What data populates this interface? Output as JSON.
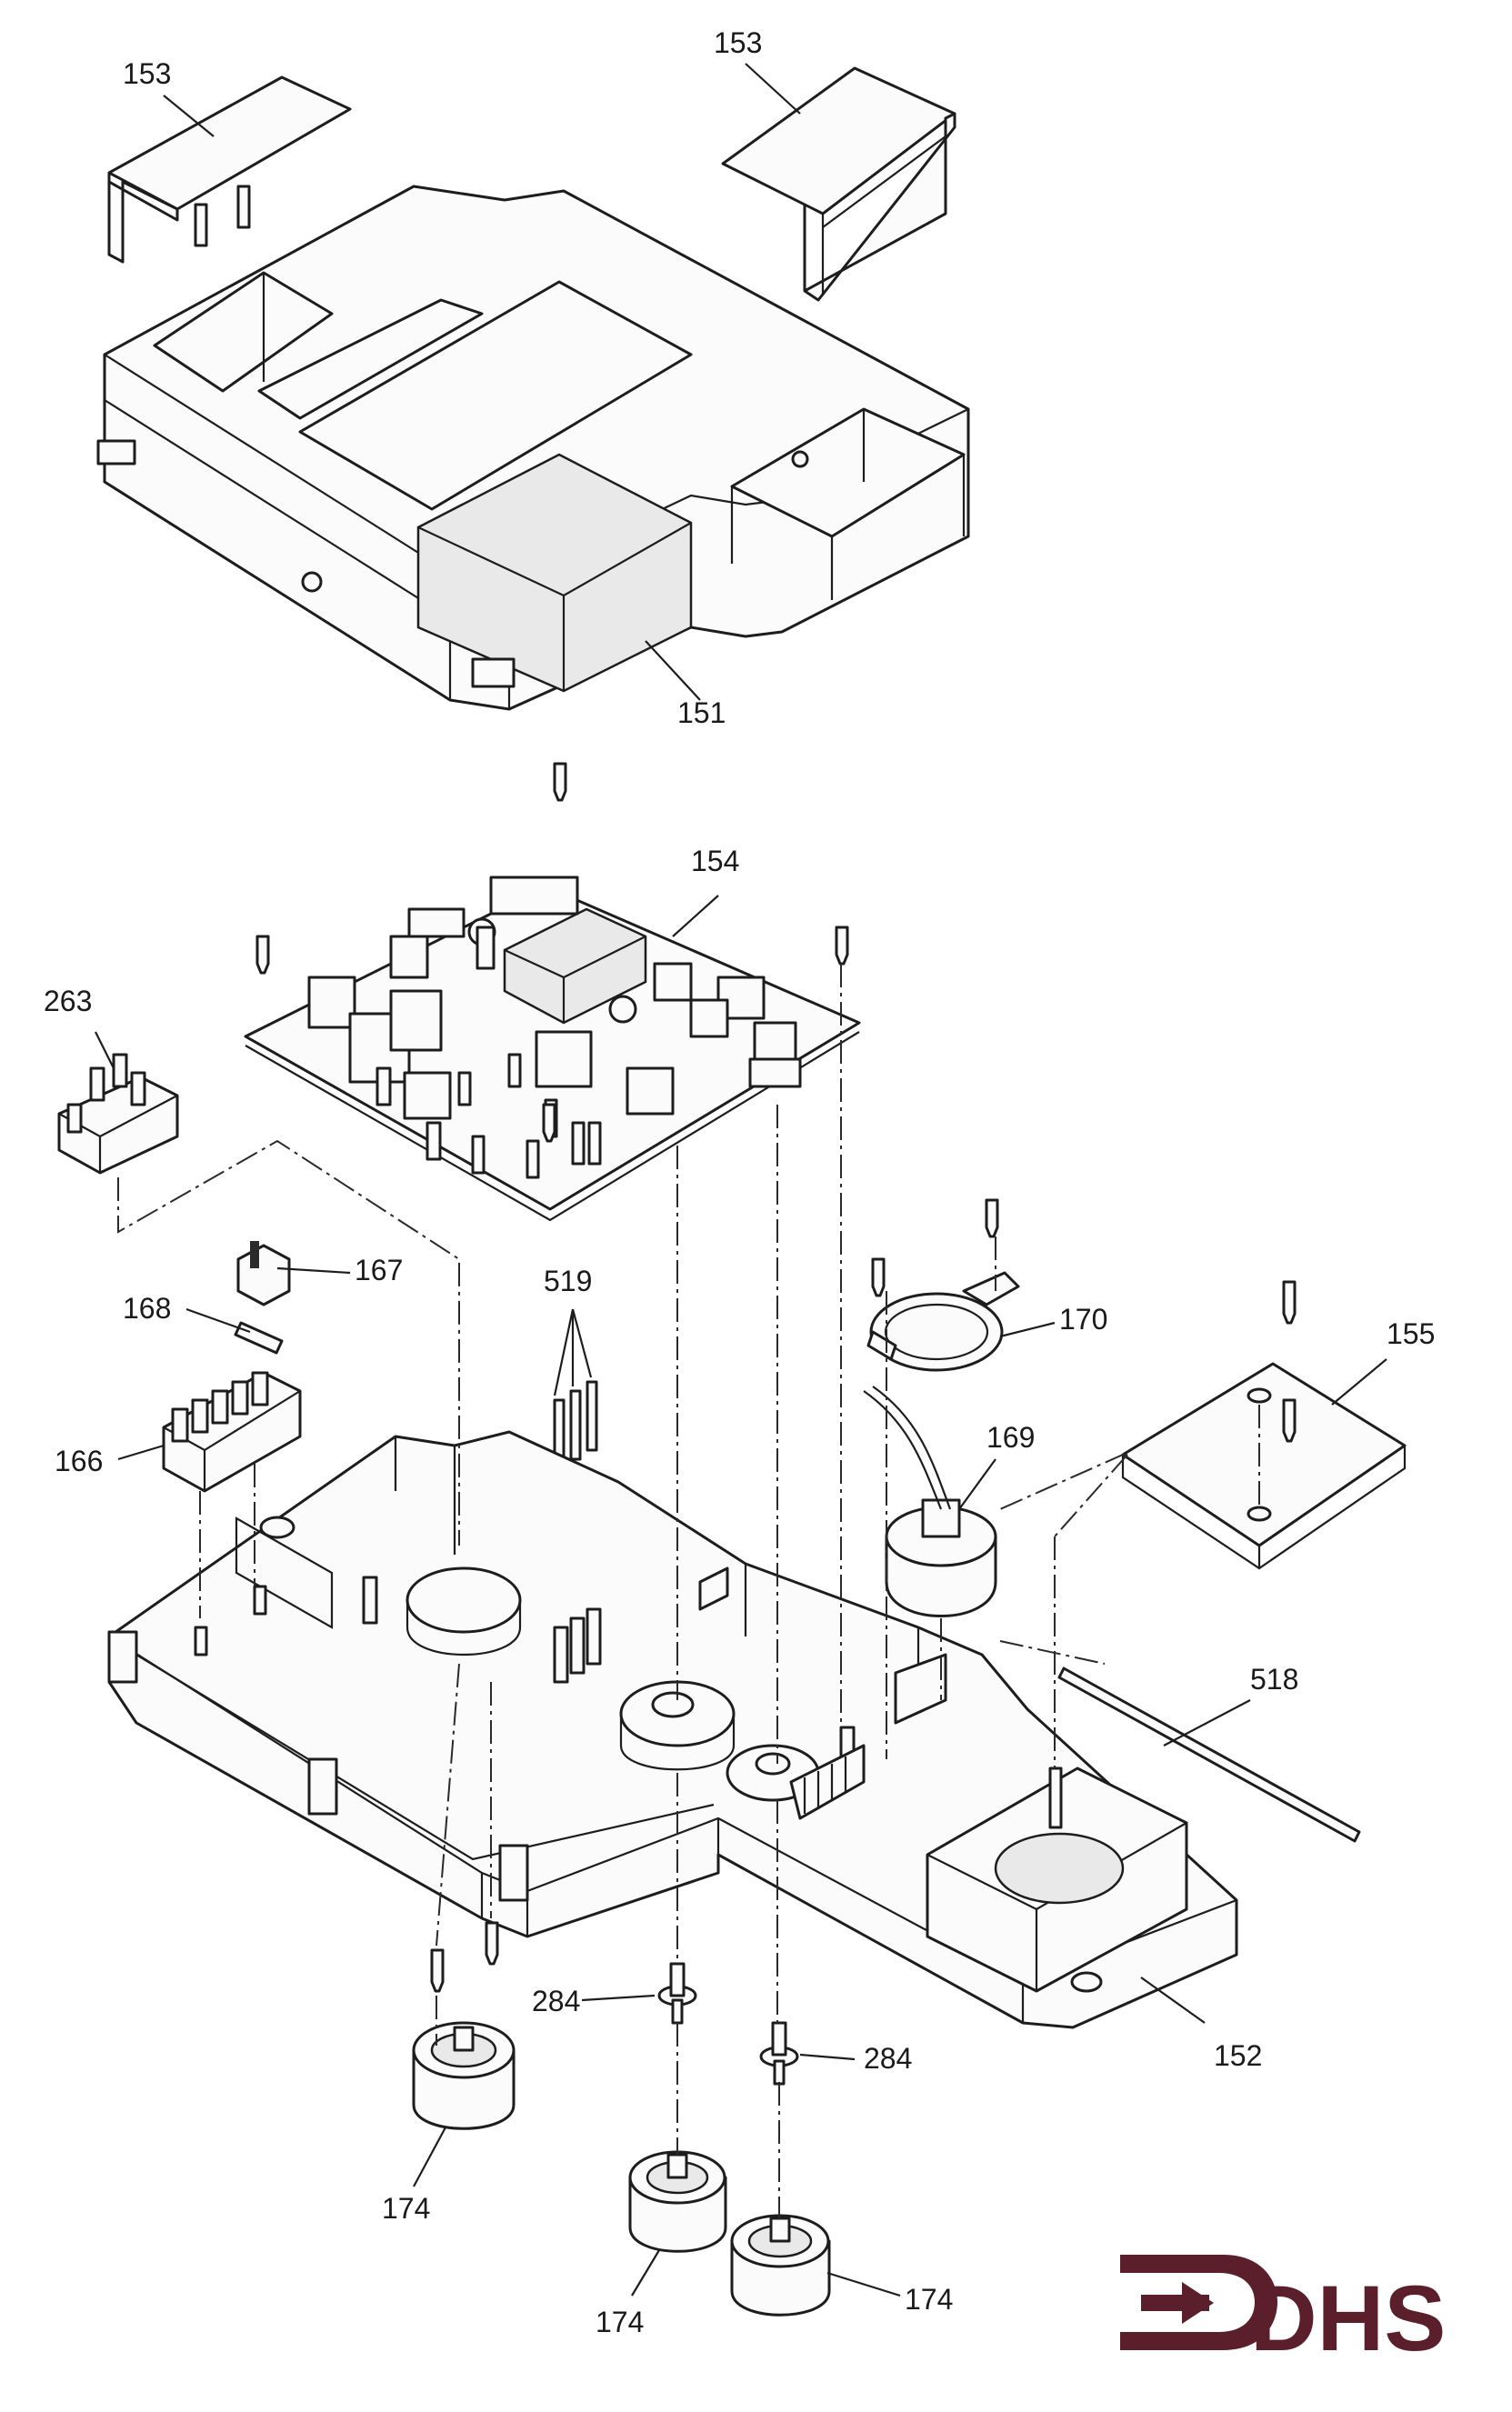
{
  "callouts": {
    "c153a": "153",
    "c153b": "153",
    "c151": "151",
    "c154": "154",
    "c263": "263",
    "c167": "167",
    "c168": "168",
    "c519": "519",
    "c170": "170",
    "c155": "155",
    "c166": "166",
    "c169": "169",
    "c518": "518",
    "c284a": "284",
    "c284b": "284",
    "c152": "152",
    "c174a": "174",
    "c174b": "174",
    "c174c": "174"
  },
  "brand": {
    "logo_text": "DHS",
    "color": "#5a1f2a"
  },
  "colors": {
    "ink": "#1d1d1d",
    "paper": "#ffffff"
  }
}
